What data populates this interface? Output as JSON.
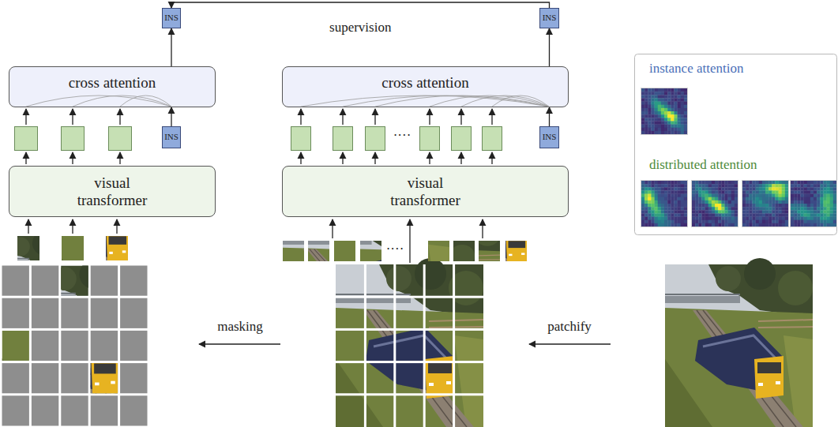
{
  "diagram": {
    "nodes": [
      {
        "text": [
          "INS"
        ]
      },
      {
        "text": [
          "INS"
        ]
      },
      {
        "text": [
          "cross attention"
        ]
      },
      {
        "text": [
          "cross attention"
        ]
      },
      {
        "text": [
          "INS"
        ]
      },
      {
        "text": [
          "INS"
        ]
      },
      {
        "text": [
          "visual transformer"
        ]
      },
      {
        "text": [
          "visual transformer"
        ]
      }
    ],
    "edges": [
      {
        "from": 2,
        "to": 0,
        "arrow": "to"
      },
      {
        "from": 3,
        "to": 1,
        "arrow": "to"
      },
      {
        "from": 4,
        "to": 2,
        "arrow": "to"
      },
      {
        "from": 5,
        "to": 3,
        "arrow": "to"
      },
      {
        "from": 1,
        "to": 0,
        "label": "supervision",
        "arrow": "to"
      }
    ],
    "labels": [
      "masking",
      "patchify",
      "····",
      "····"
    ],
    "legend": [
      {
        "text": "instance attention"
      },
      {
        "text": "distributed attention"
      }
    ]
  }
}
